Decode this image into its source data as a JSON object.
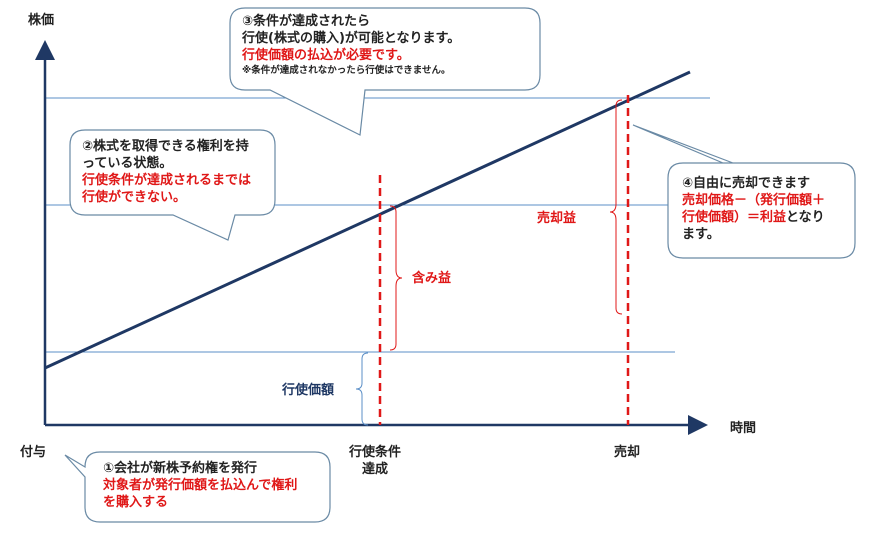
{
  "axes": {
    "y_label": "株価",
    "x_label": "時間"
  },
  "x_markers": {
    "grant": "付与",
    "condition_line1": "行使条件",
    "condition_line2": "達成",
    "sale": "売却"
  },
  "braces": {
    "unrealized_gain": "含み益",
    "sale_gain": "売却益",
    "exercise_price": "行使価額"
  },
  "callouts": {
    "c1": {
      "line1": "①会社が新株予約権を発行",
      "red1": "対象者が発行価額を払込んで権利",
      "red2": "を購入する"
    },
    "c2": {
      "line1": "②株式を取得できる権利を持",
      "line2": "っている状態。",
      "red1": "行使条件が達成されるまでは",
      "red2": "行使ができない。"
    },
    "c3": {
      "line1": "③条件が達成されたら",
      "line2": "行使(株式の購入)が可能となります。",
      "red1": "行使価額の払込が必要です。",
      "note": "※条件が達成されなかったら行使はできません。"
    },
    "c4": {
      "line1": "④自由に売却できます",
      "red1": "売却価格－（発行価額＋",
      "red2a": "行使価額）＝利益",
      "line2b": "となり",
      "line3": "ます。"
    }
  },
  "colors": {
    "navy": "#1f3864",
    "red": "#e01818",
    "guide": "#5b8fc7"
  }
}
